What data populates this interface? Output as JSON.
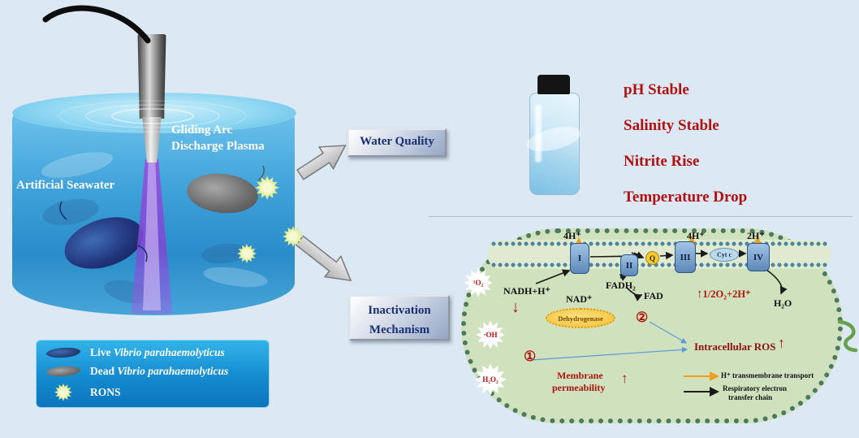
{
  "tank": {
    "plasma_label_line1": "Gliding  Arc",
    "plasma_label_line2": "Discharge  Plasma",
    "seawater_label": "Artificial  Seawater"
  },
  "legend": {
    "live_prefix": "Live ",
    "live_species": "Vibrio parahaemolyticus",
    "dead_prefix": "Dead ",
    "dead_species": "Vibrio parahaemolyticus",
    "rons_label": "RONS"
  },
  "flow": {
    "water_quality_label": "Water Quality",
    "inactivation_label_line1": "Inactivation",
    "inactivation_label_line2": "Mechanism"
  },
  "water_quality_findings": [
    "pH Stable",
    "Salinity Stable",
    "Nitrite Rise",
    "Temperature Drop"
  ],
  "mechanism": {
    "proton_labels": {
      "complex1": "4H⁺",
      "complex3": "4H⁺",
      "complex4": "2H⁺"
    },
    "complexes": {
      "c1": "I",
      "c2": "II",
      "c3": "III",
      "c4": "IV",
      "q": "Q",
      "cytc": "Cyt c"
    },
    "nadh": "NADH+H⁺",
    "nad": "NAD⁺",
    "dehydrogenase": "Dehydrogenase",
    "fadh2": "FADH₂",
    "fad": "FAD",
    "oxygen_reduction": "1/2O₂+2H⁺",
    "water": "H₂O",
    "ros_species": {
      "singlet_oxygen": "¹O₂",
      "hydroxyl": "·OH",
      "peroxide": "H₂O₂"
    },
    "step1": "①",
    "step2": "②",
    "membrane_line1": "Membrane",
    "membrane_line2": "permeability",
    "intracellular_ros": "Intracellular ROS",
    "arrow_up": "↑",
    "arrow_down": "↓",
    "legend_proton": "H⁺ transmembrane transport",
    "legend_chain_line1": "Respiratory electron",
    "legend_chain_line2": "transfer chain"
  },
  "colors": {
    "finding_red": "#b01212",
    "box_navy": "#1a2f72",
    "cell_green": "#cfe2bd",
    "plasma_purple": "#8a52d4"
  }
}
